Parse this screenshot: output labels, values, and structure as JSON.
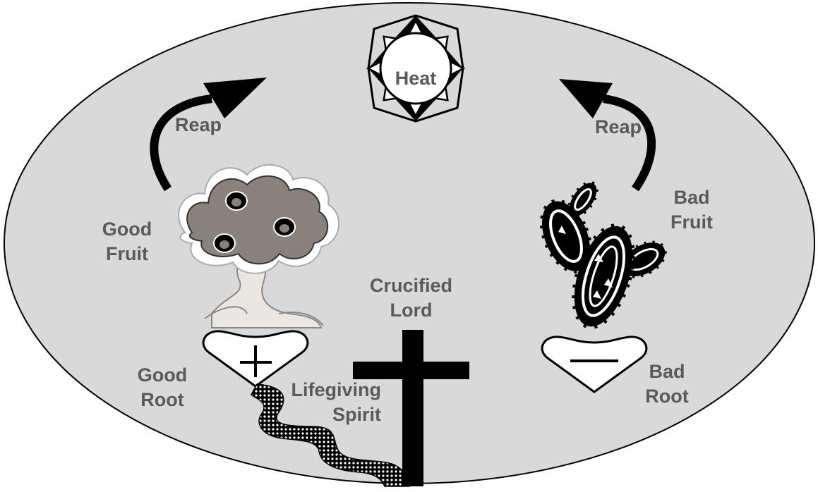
{
  "labels": {
    "heat": "Heat",
    "reap_left": "Reap",
    "reap_right": "Reap",
    "good_fruit_1": "Good",
    "good_fruit_2": "Fruit",
    "bad_fruit_1": "Bad",
    "bad_fruit_2": "Fruit",
    "crucified_1": "Crucified",
    "crucified_2": "Lord",
    "good_root_1": "Good",
    "good_root_2": "Root",
    "bad_root_1": "Bad",
    "bad_root_2": "Root",
    "spirit_1": "Lifegiving",
    "spirit_2": "Spirit"
  },
  "symbols": {
    "good_heart": "+",
    "bad_heart": "−"
  },
  "colors": {
    "background_oval": "#d9d9d9",
    "label_text": "#5a5a5a",
    "tree_canopy": "#8a817b",
    "tree_trunk": "#ece6e2",
    "ink": "#000000"
  },
  "icons": [
    "sun-icon",
    "fruit-tree-icon",
    "cactus-icon",
    "cross-icon",
    "heart-icon",
    "curved-arrow-icon",
    "spirit-ribbon-icon"
  ]
}
